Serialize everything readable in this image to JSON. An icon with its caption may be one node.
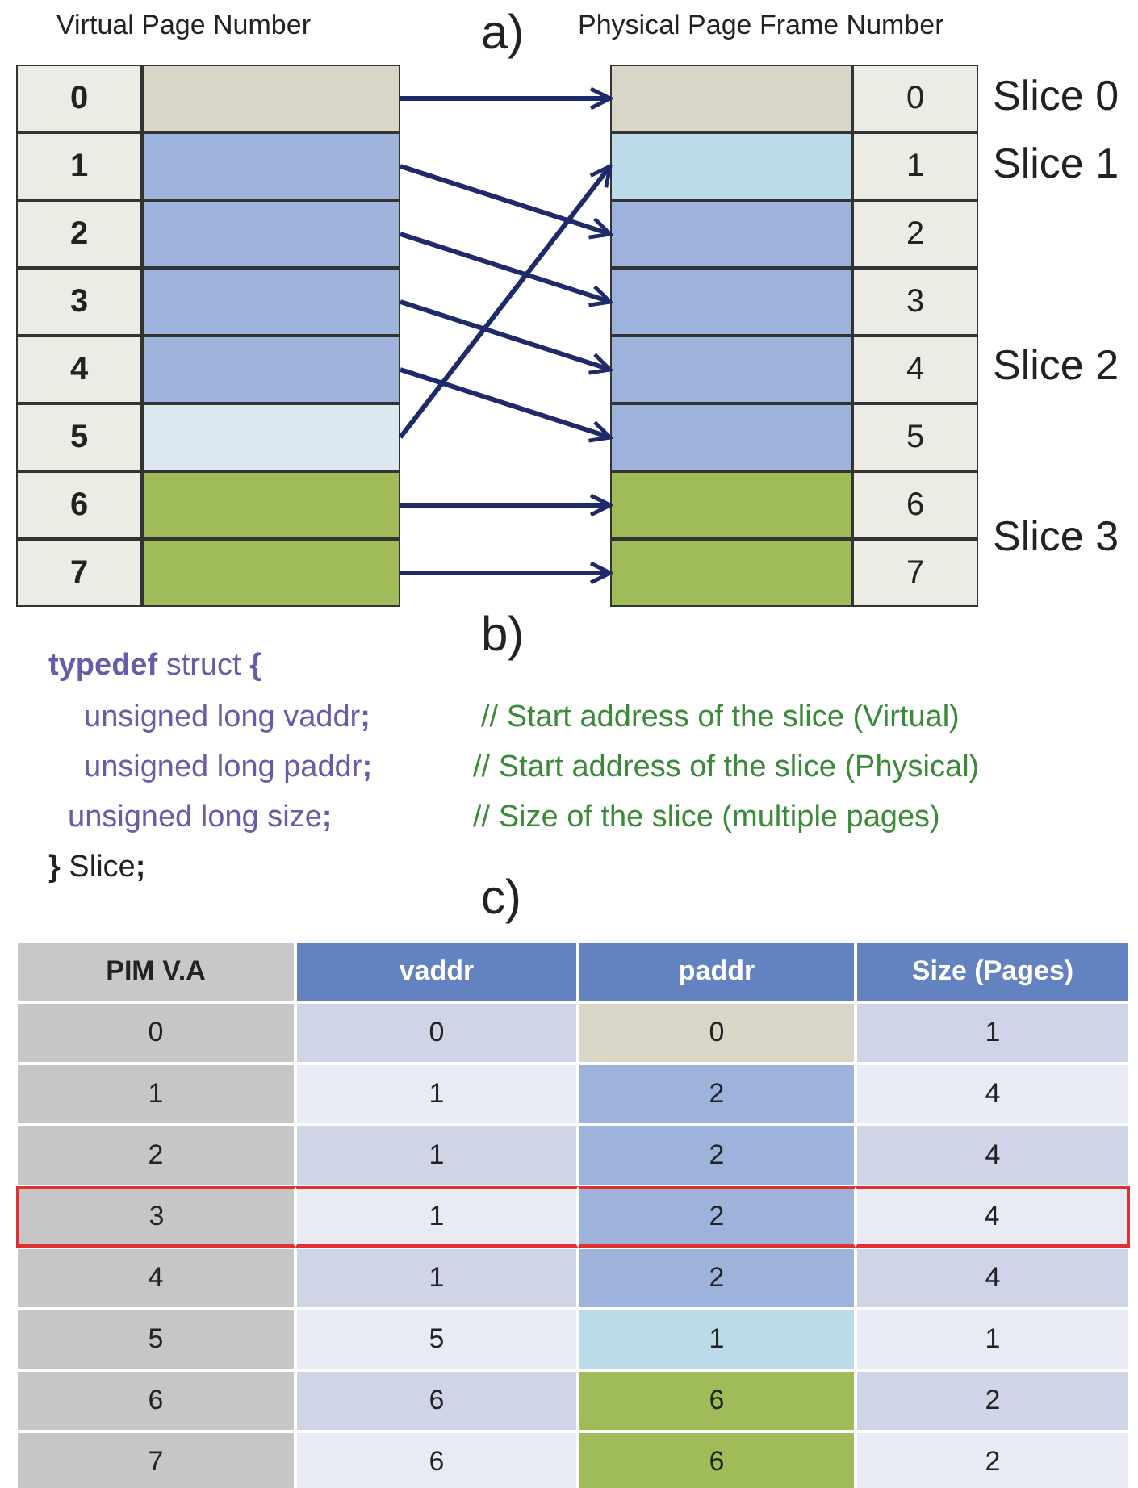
{
  "diagram": {
    "nodes": [
      {
        "text": [
          "0"
        ]
      },
      {
        "text": [
          "1"
        ]
      },
      {
        "text": [
          "2"
        ]
      },
      {
        "text": [
          "3"
        ]
      },
      {
        "text": [
          "4"
        ]
      },
      {
        "text": [
          "5"
        ]
      },
      {
        "text": [
          "6"
        ]
      },
      {
        "text": [
          "7"
        ]
      },
      {
        "text": [
          "0"
        ]
      },
      {
        "text": [
          "1"
        ]
      },
      {
        "text": [
          "2"
        ]
      },
      {
        "text": [
          "3"
        ]
      },
      {
        "text": [
          "4"
        ]
      },
      {
        "text": [
          "5"
        ]
      },
      {
        "text": [
          "6"
        ]
      },
      {
        "text": [
          "7"
        ]
      }
    ],
    "edges": [
      {
        "from": 0,
        "to": 8,
        "arrow": "to"
      },
      {
        "from": 1,
        "to": 10,
        "arrow": "to"
      },
      {
        "from": 2,
        "to": 11,
        "arrow": "to"
      },
      {
        "from": 3,
        "to": 12,
        "arrow": "to"
      },
      {
        "from": 4,
        "to": 13,
        "arrow": "to"
      },
      {
        "from": 5,
        "to": 9,
        "arrow": "to"
      },
      {
        "from": 6,
        "to": 14,
        "arrow": "to"
      },
      {
        "from": 7,
        "to": 15,
        "arrow": "to"
      }
    ],
    "labels": [
      "Virtual Page Number",
      "a)",
      "Physical Page Frame Number",
      "Slice 0",
      "Slice 1",
      "Slice 2",
      "Slice 3",
      "b)",
      "**typedef** struct **{**",
      "unsigned long vaddr**;**",
      "// Start address of the slice (Virtual)",
      "unsigned long paddr**;**",
      "// Start address of the slice (Physical)",
      "unsigned long size**;**",
      "// Size of the slice (multiple pages)",
      "**}** Slice**;**",
      "c)",
      "PIM V.A",
      "vaddr",
      "paddr",
      "Size (Pages)",
      "0",
      "0",
      "0",
      "1",
      "1",
      "1",
      "2",
      "4",
      "2",
      "1",
      "2",
      "4",
      "3",
      "1",
      "2",
      "4",
      "4",
      "1",
      "2",
      "4",
      "5",
      "5",
      "1",
      "1",
      "6",
      "6",
      "6",
      "2",
      "7",
      "6",
      "6",
      "2"
    ]
  }
}
